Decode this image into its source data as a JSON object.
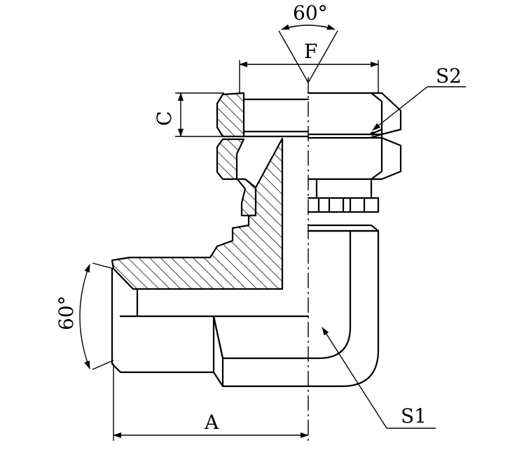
{
  "labels": {
    "top_angle": "60°",
    "left_angle": "60°",
    "dim_f": "F",
    "dim_c": "C",
    "dim_a": "A",
    "s1": "S1",
    "s2": "S2"
  }
}
